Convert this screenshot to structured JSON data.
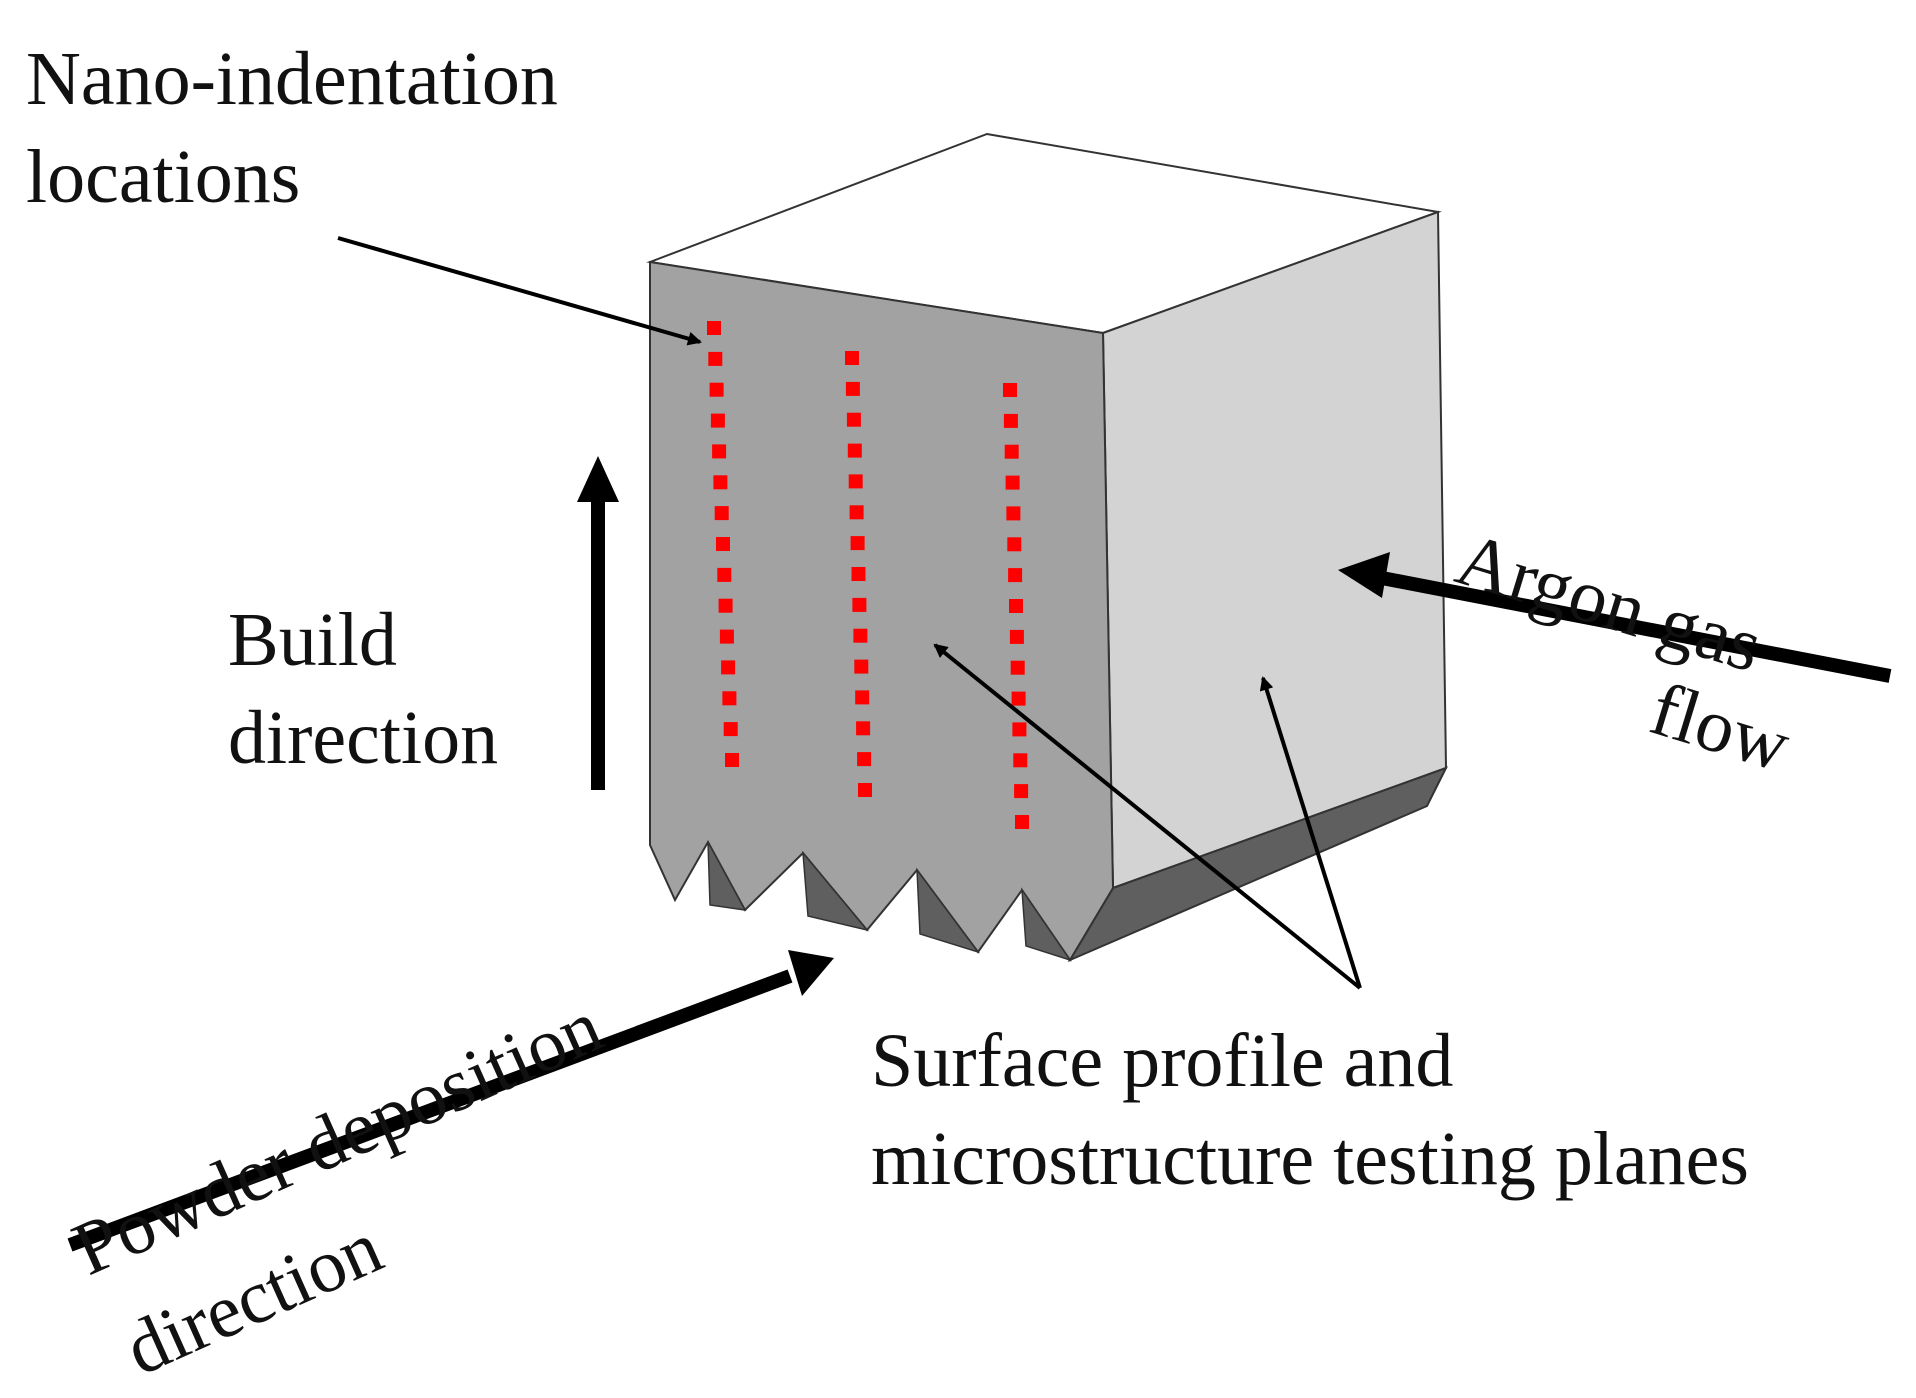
{
  "labels": {
    "nano_indentation": [
      "Nano-indentation",
      "locations"
    ],
    "build_direction": [
      "Build",
      "direction"
    ],
    "argon_gas_flow": [
      "Argon gas",
      "flow"
    ],
    "powder_deposition": [
      "Powder deposition",
      "direction"
    ],
    "testing_planes": [
      "Surface profile and",
      "microstructure testing planes"
    ]
  },
  "colors": {
    "front_face": "#a2a2a2",
    "side_face": "#d3d3d3",
    "top_face": "#ffffff",
    "bottom_face": "#5f5f5f",
    "outline": "#333333",
    "indentation_dots": "#ff0000",
    "arrows": "#000000"
  },
  "indentation_lines": [
    {
      "dot_count": 15
    },
    {
      "dot_count": 15
    },
    {
      "dot_count": 15
    }
  ]
}
